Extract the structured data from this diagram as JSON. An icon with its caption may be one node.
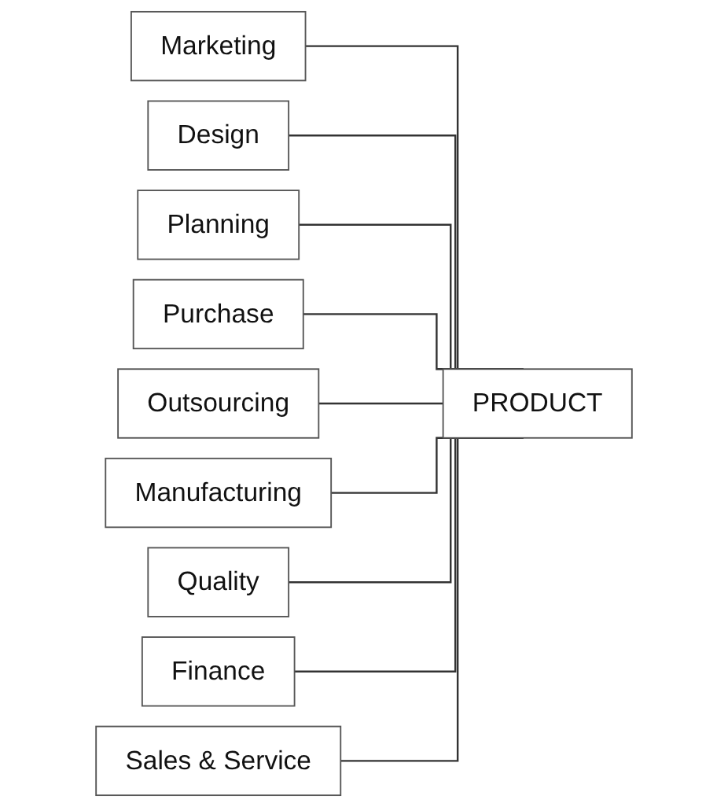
{
  "diagram": {
    "nodes": [
      {
        "text": [
          "Marketing"
        ]
      },
      {
        "text": [
          "Design"
        ]
      },
      {
        "text": [
          "Planning"
        ]
      },
      {
        "text": [
          "Purchase"
        ]
      },
      {
        "text": [
          "Outsourcing"
        ]
      },
      {
        "text": [
          "Manufacturing"
        ]
      },
      {
        "text": [
          "Quality"
        ]
      },
      {
        "text": [
          "Finance"
        ]
      },
      {
        "text": [
          "Sales & Service"
        ]
      },
      {
        "text": [
          "PRODUCT"
        ]
      }
    ],
    "edges": [
      {
        "from": 0,
        "to": 9,
        "arrow": "none"
      },
      {
        "from": 1,
        "to": 9,
        "arrow": "none"
      },
      {
        "from": 2,
        "to": 9,
        "arrow": "none"
      },
      {
        "from": 3,
        "to": 9,
        "arrow": "none"
      },
      {
        "from": 4,
        "to": 9,
        "arrow": "none"
      },
      {
        "from": 5,
        "to": 9,
        "arrow": "none"
      },
      {
        "from": 6,
        "to": 9,
        "arrow": "none"
      },
      {
        "from": 7,
        "to": 9,
        "arrow": "none"
      },
      {
        "from": 8,
        "to": 9,
        "arrow": "none"
      }
    ]
  }
}
